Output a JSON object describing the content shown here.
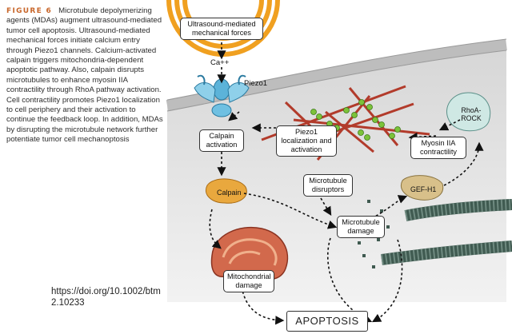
{
  "caption": {
    "figure_label": "FIGURE 6",
    "text": "Microtubule depolymerizing agents (MDAs) augment ultrasound-mediated tumor cell apoptosis. Ultrasound-mediated mechanical forces initiate calcium entry through Piezo1 channels. Calcium-activated calpain triggers mitochondria-dependent apoptotic pathway. Also, calpain disrupts microtubules to enhance myosin IIA contractility through RhoA pathway activation. Cell contractility promotes Piezo1 localization to cell periphery and their activation to continue the feedback loop. In addition, MDAs by disrupting the microtubule network further potentiate tumor cell mechanoptosis"
  },
  "doi": "https://doi.org/10.1002/btm2.10233",
  "diagram": {
    "ultrasound": "Ultrasound-mediated mechanical forces",
    "ca": "Ca++",
    "piezo1": "Piezo1",
    "calpain_activation": "Calpain activation",
    "piezo1_localization": "Piezo1 localization and activation",
    "myosin": "Myosin IIA contractility",
    "rhoa": "RhoA-ROCK",
    "calpain": "Calpain",
    "microtubule_disruptors": "Microtubule disruptors",
    "gef_h1": "GEF-H1",
    "microtubule_damage": "Microtubule damage",
    "mitochondrial_damage": "Mitochondrial damage",
    "apoptosis": "APOPTOSIS"
  },
  "colors": {
    "accent_label": "#c8662a",
    "ultrasound_rings": "#f0a020",
    "cytoplasm": "#e6e6e6",
    "membrane": "#cfcfcf",
    "actin": "#b23b2b",
    "myosin": "#7cc23a",
    "calpain": "#e9a83e",
    "mitochondria": "#d2694c",
    "rhoa": "#cfe8e4",
    "microtubule": "#3f5a50"
  }
}
